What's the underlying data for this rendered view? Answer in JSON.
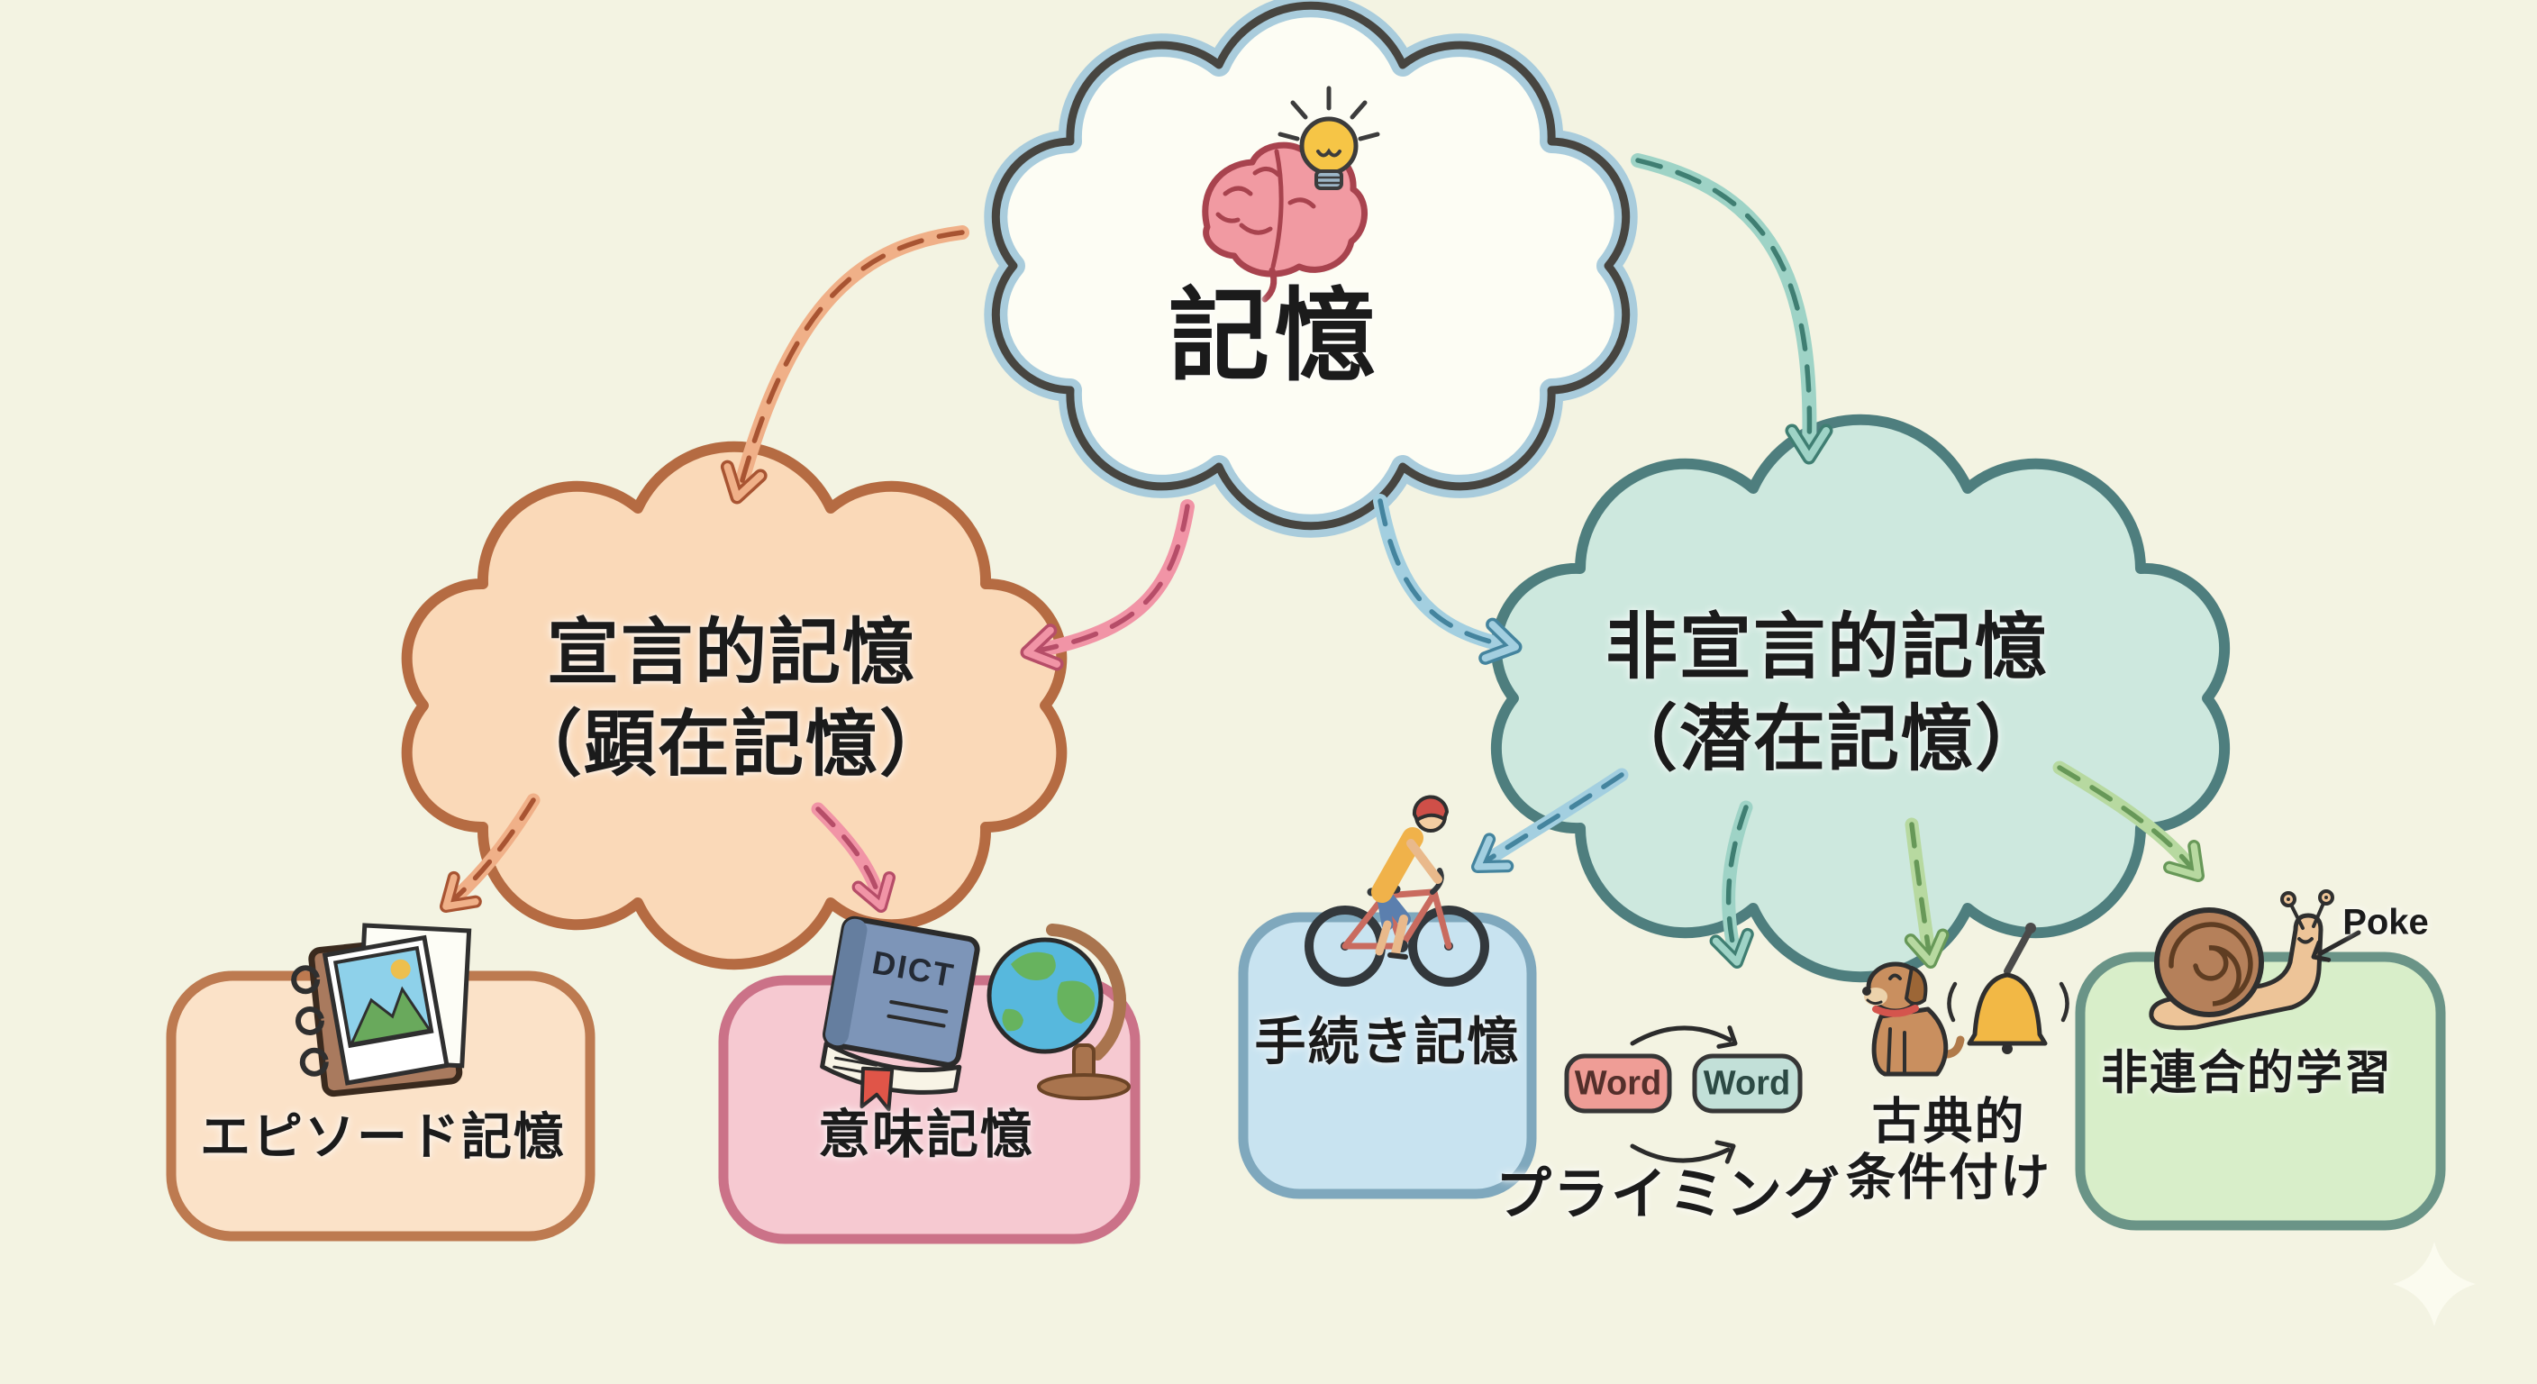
{
  "diagram": {
    "type": "mind-map",
    "topic": "memory taxonomy",
    "background_color": "#f3f3e2"
  },
  "root": {
    "label": "記憶",
    "icons": [
      "brain-icon",
      "lightbulb-icon"
    ]
  },
  "branches": {
    "declarative": {
      "line1": "宣言的記憶",
      "line2": "（顕在記憶）"
    },
    "nondeclarative": {
      "line1": "非宣言的記憶",
      "line2": "（潜在記憶）"
    }
  },
  "leaves": {
    "episodic": {
      "label": "エピソード記憶",
      "icon": "photo-album-icon"
    },
    "semantic": {
      "label": "意味記憶",
      "icons": [
        "dictionary-icon",
        "globe-icon"
      ],
      "dictionary_cover_text": "DICT"
    },
    "procedural": {
      "label": "手続き記憶",
      "icon": "bicycle-rider-icon"
    },
    "priming": {
      "label": "プライミング",
      "word_left": "Word",
      "word_right": "Word",
      "icon": "word-swap-icon"
    },
    "classical_conditioning": {
      "line1": "古典的",
      "line2": "条件付け",
      "icons": [
        "dog-icon",
        "bell-icon"
      ]
    },
    "nonassociative": {
      "label": "非連合的学習",
      "icon": "snail-icon",
      "annotation": "Poke"
    }
  },
  "edges": [
    {
      "from": "記憶",
      "to": "宣言的記憶（顕在記憶）"
    },
    {
      "from": "記憶",
      "to": "非宣言的記憶（潜在記憶）"
    },
    {
      "from": "宣言的記憶（顕在記憶）",
      "to": "エピソード記憶"
    },
    {
      "from": "宣言的記憶（顕在記憶）",
      "to": "意味記憶"
    },
    {
      "from": "非宣言的記憶（潜在記憶）",
      "to": "手続き記憶"
    },
    {
      "from": "非宣言的記憶（潜在記憶）",
      "to": "プライミング"
    },
    {
      "from": "非宣言的記憶（潜在記憶）",
      "to": "古典的条件付け"
    },
    {
      "from": "非宣言的記憶（潜在記憶）",
      "to": "非連合的学習"
    }
  ],
  "colors": {
    "background": "#f3f3e2",
    "root_cloud_fill": "#fdfdf4",
    "root_cloud_halo": "#a9ccdc",
    "outline_dark": "#474540",
    "declarative_cloud_fill": "#fad9b8",
    "declarative_cloud_stroke": "#b56b42",
    "nondeclarative_cloud_fill": "#cde8de",
    "nondeclarative_cloud_stroke": "#4e7e7e",
    "episodic_box_fill": "#fbe2c8",
    "episodic_box_stroke": "#bd7a50",
    "semantic_box_fill": "#f6c9d1",
    "semantic_box_stroke": "#cb7288",
    "procedural_box_fill": "#c8e3f0",
    "procedural_box_stroke": "#7fa8bd",
    "nonassociative_box_fill": "#d8eec9",
    "nonassociative_box_stroke": "#6a9487",
    "word_left_fill": "#ef9d96",
    "word_right_fill": "#c2e0d8",
    "arrow_orange": "#f0b088",
    "arrow_orange_dash": "#a85432",
    "arrow_pink": "#f194a6",
    "arrow_pink_dash": "#b64d68",
    "arrow_blue": "#a3cfe0",
    "arrow_blue_dash": "#44849e",
    "arrow_teal": "#9ed3c6",
    "arrow_teal_dash": "#3f7e72",
    "arrow_green": "#b7d9a0",
    "arrow_green_dash": "#679858"
  }
}
